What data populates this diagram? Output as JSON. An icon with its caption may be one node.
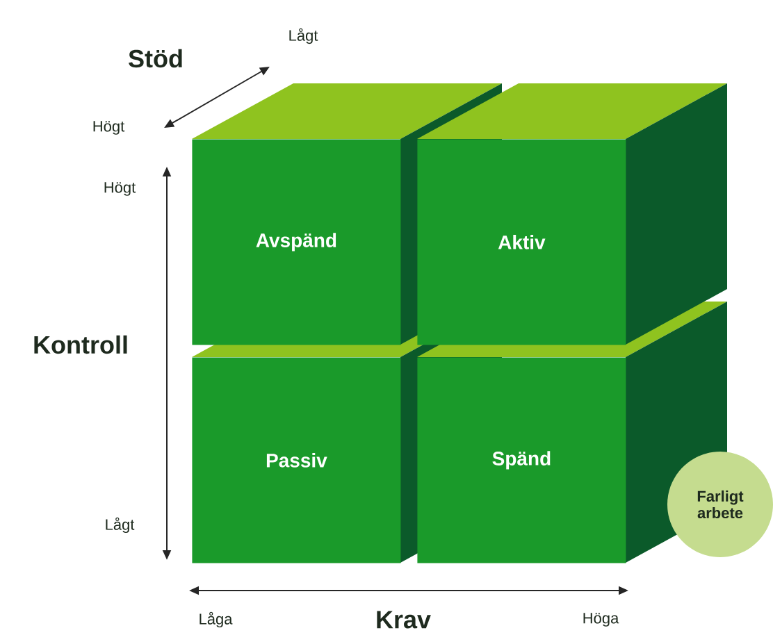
{
  "diagram": {
    "nodes": [
      {
        "text": [
          "Avspänd"
        ]
      },
      {
        "text": [
          "Aktiv"
        ]
      },
      {
        "text": [
          "Passiv"
        ]
      },
      {
        "text": [
          "Spänd"
        ]
      },
      {
        "text": [
          "Farligt arbete"
        ]
      }
    ],
    "labels": [
      "Stöd",
      "Lågt",
      "Högt",
      "Högt",
      "Kontroll",
      "Lågt",
      "Låga",
      "Krav",
      "Höga"
    ]
  }
}
